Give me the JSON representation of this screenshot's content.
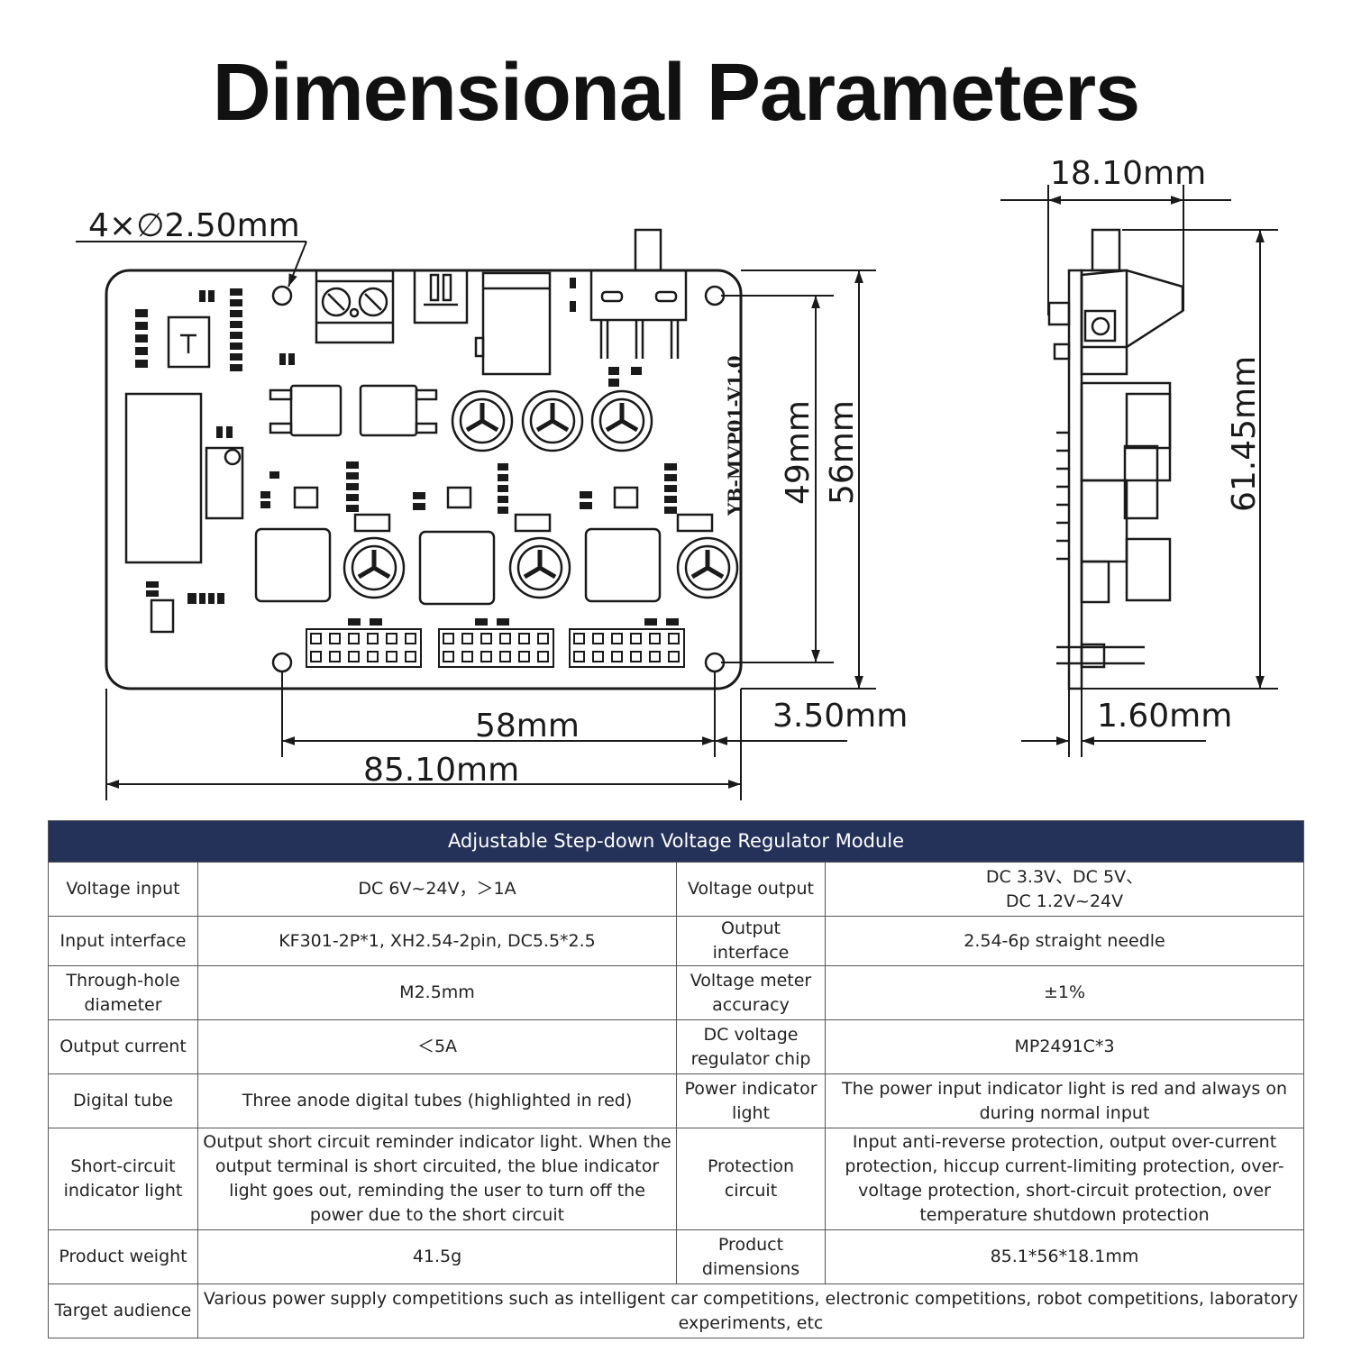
{
  "title": "Dimensional Parameters",
  "dimensions": {
    "hole": "4×∅2.50mm",
    "width_total": "85.10mm",
    "hole_spacing_x": "58mm",
    "hole_offset": "3.50mm",
    "hole_spacing_y": "49mm",
    "height": "56mm",
    "thickness_total": "18.10mm",
    "side_length": "61.45mm",
    "pcb_thickness": "1.60mm"
  },
  "board_label": "YB-MVP01-V1.0",
  "table": {
    "header": "Adjustable Step-down Voltage Regulator Module",
    "rows": [
      {
        "label1": "Voltage input",
        "value1": "DC 6V~24V，＞1A",
        "label2": "Voltage output",
        "value2_line1": "DC 3.3V、DC 5V、",
        "value2_line2": "DC 1.2V~24V"
      },
      {
        "label1": "Input interface",
        "value1": "KF301-2P*1, XH2.54-2pin, DC5.5*2.5",
        "label2": "Output interface",
        "value2": "2.54-6p straight needle"
      },
      {
        "label1": "Through-hole diameter",
        "value1": "M2.5mm",
        "label2": "Voltage meter accuracy",
        "value2": "±1%"
      },
      {
        "label1": "Output current",
        "value1": "＜5A",
        "label2": "DC voltage regulator chip",
        "value2": "MP2491C*3"
      },
      {
        "label1": "Digital tube",
        "value1": "Three anode digital tubes (highlighted in red)",
        "label2": "Power indicator light",
        "value2": "The power input indicator light is red and always on during normal input"
      },
      {
        "label1": "Short-circuit indicator light",
        "value1": "Output short circuit reminder indicator light. When the output terminal is short circuited, the blue indicator light goes out, reminding the user to turn off the power due to the short circuit",
        "label2": "Protection circuit",
        "value2": "Input anti-reverse protection, output over-current protection, hiccup current-limiting protection, over-voltage protection, short-circuit protection, over temperature shutdown protection"
      },
      {
        "label1": "Product weight",
        "value1": "41.5g",
        "label2": "Product dimensions",
        "value2": "85.1*56*18.1mm"
      },
      {
        "label1": "Target audience",
        "value1": "Various power supply competitions such as intelligent car competitions, electronic competitions, robot competitions, laboratory experiments, etc"
      }
    ]
  }
}
